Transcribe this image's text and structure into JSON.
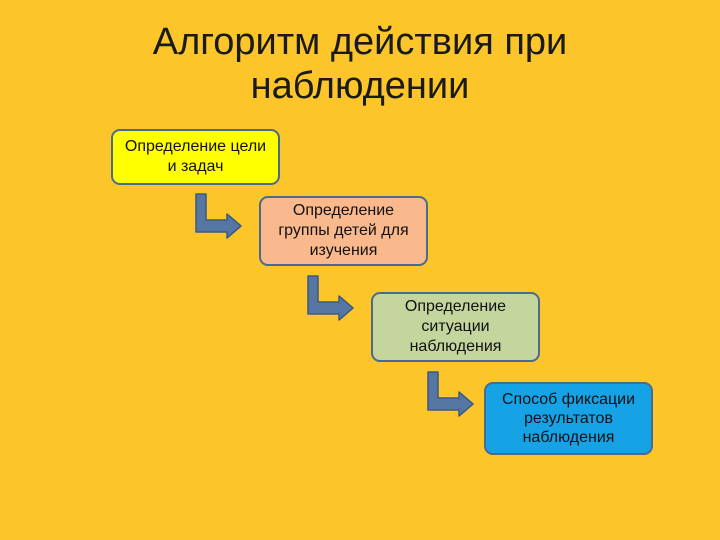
{
  "slide": {
    "title": "Алгоритм действия при наблюдении",
    "background_color": "#FCC62A"
  },
  "steps": [
    {
      "label": "Определение цели и задач",
      "color": "#FFFF00"
    },
    {
      "label": "Определение группы детей для изучения",
      "color": "#F9B98C"
    },
    {
      "label": "Определение ситуации наблюдения",
      "color": "#C4D69D"
    },
    {
      "label": "Способ фиксации результатов наблюдения",
      "color": "#16A3E6"
    }
  ],
  "connectors": {
    "icon": "bent-arrow-right-icon",
    "color": "#5677A3",
    "stroke_color": "#3D5A80"
  }
}
